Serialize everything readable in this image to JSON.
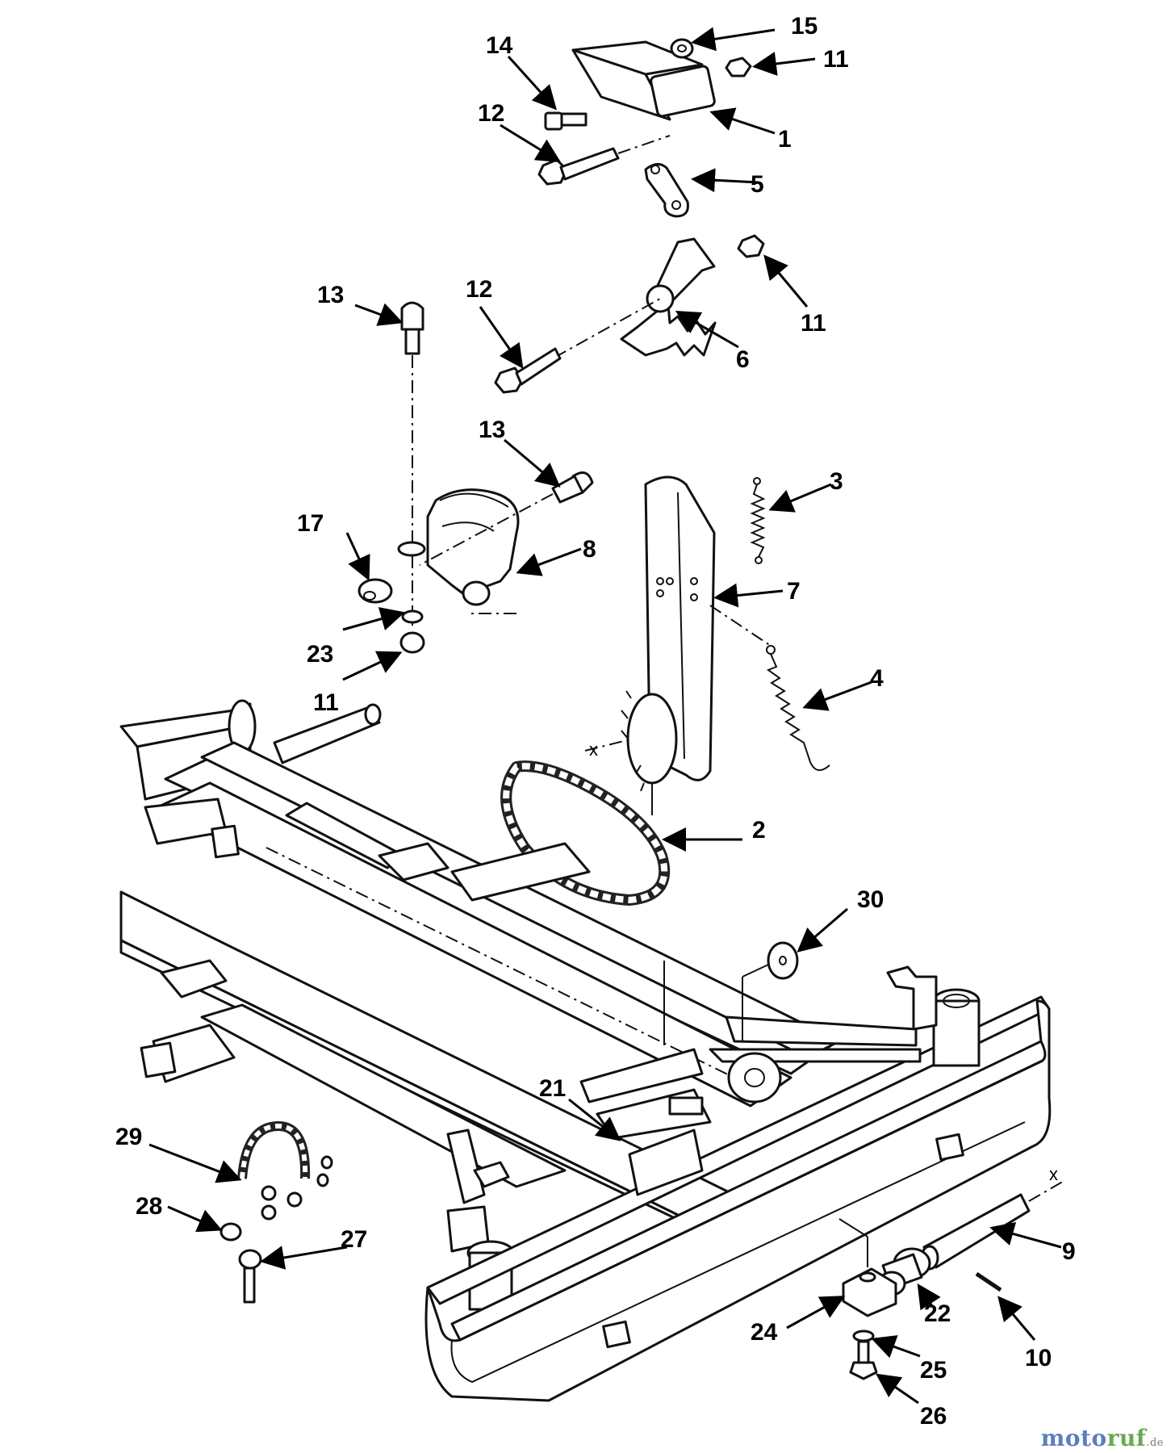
{
  "callouts": [
    {
      "id": "c1",
      "label": "1"
    },
    {
      "id": "c2",
      "label": "2"
    },
    {
      "id": "c3",
      "label": "3"
    },
    {
      "id": "c4",
      "label": "4"
    },
    {
      "id": "c5",
      "label": "5"
    },
    {
      "id": "c6",
      "label": "6"
    },
    {
      "id": "c7",
      "label": "7"
    },
    {
      "id": "c8",
      "label": "8"
    },
    {
      "id": "c9",
      "label": "9"
    },
    {
      "id": "c10",
      "label": "10"
    },
    {
      "id": "c11a",
      "label": "11"
    },
    {
      "id": "c11b",
      "label": "11"
    },
    {
      "id": "c11c",
      "label": "11"
    },
    {
      "id": "c12a",
      "label": "12"
    },
    {
      "id": "c12b",
      "label": "12"
    },
    {
      "id": "c13a",
      "label": "13"
    },
    {
      "id": "c13b",
      "label": "13"
    },
    {
      "id": "c14",
      "label": "14"
    },
    {
      "id": "c15",
      "label": "15"
    },
    {
      "id": "c17",
      "label": "17"
    },
    {
      "id": "c21",
      "label": "21"
    },
    {
      "id": "c22",
      "label": "22"
    },
    {
      "id": "c23",
      "label": "23"
    },
    {
      "id": "c24",
      "label": "24"
    },
    {
      "id": "c25",
      "label": "25"
    },
    {
      "id": "c26",
      "label": "26"
    },
    {
      "id": "c27",
      "label": "27"
    },
    {
      "id": "c28",
      "label": "28"
    },
    {
      "id": "c29",
      "label": "29"
    },
    {
      "id": "c30",
      "label": "30"
    }
  ],
  "marks": {
    "x_left": "x",
    "x_right": "x"
  },
  "watermark": {
    "brand_a": "moto",
    "brand_b": "ruf",
    "suffix": ".de"
  },
  "colors": {
    "ink": "#111111",
    "brand_blue": "#5a7fbf",
    "brand_green": "#6aa84f"
  }
}
